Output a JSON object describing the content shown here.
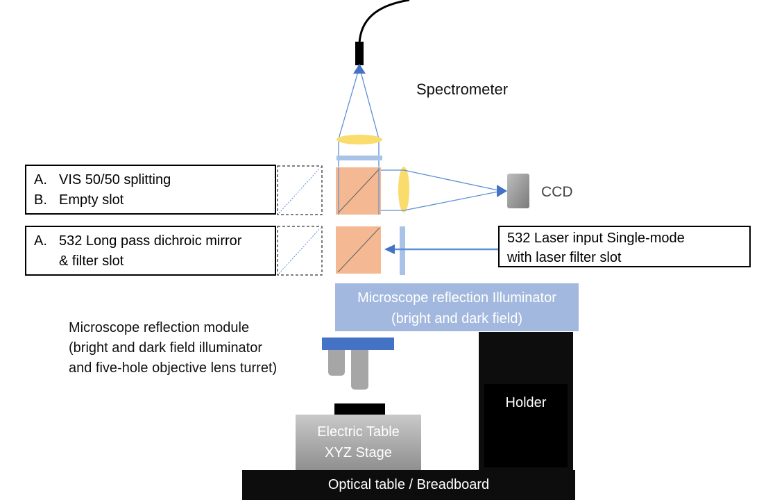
{
  "labels": {
    "spectrometer": "Spectrometer",
    "ccd": "CCD",
    "splitter_box": {
      "a_marker": "A.",
      "a_text": "VIS 50/50 splitting",
      "b_marker": "B.",
      "b_text": "Empty slot"
    },
    "dichroic_box": {
      "a_marker": "A.",
      "a_text": "532 Long pass dichroic mirror",
      "a_text_cont": "& filter slot"
    },
    "laser_box": {
      "line1": "532 Laser input Single-mode",
      "line2": "with laser filter slot"
    },
    "illuminator": {
      "line1": "Microscope reflection Illuminator",
      "line2": "(bright and dark field)"
    },
    "module": {
      "line1": "Microscope reflection module",
      "line2": "(bright and dark field illuminator",
      "line3": "and five-hole objective lens turret)"
    },
    "holder": "Holder",
    "stage": {
      "line1": "Electric Table",
      "line2": "XYZ Stage"
    },
    "optical_table": "Optical table / Breadboard"
  },
  "colors": {
    "beam": "#5b8fd6",
    "cube": "#f4b992",
    "lens": "#f9dc6b",
    "filter": "#a9c3e8",
    "illuminator": "#a3b8de",
    "turret": "#4472c4",
    "objective": "#a6a6a6",
    "holder": "#0d0d0d",
    "stage": "#a8a8a8",
    "table": "#0d0d0d"
  }
}
